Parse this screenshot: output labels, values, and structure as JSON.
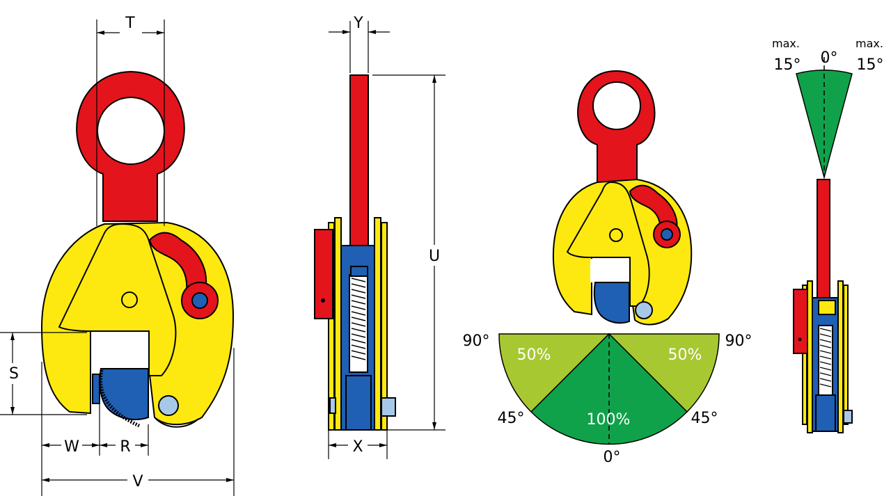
{
  "colors": {
    "yellow": "#fde910",
    "red": "#e3141c",
    "blue": "#1f5fb4",
    "light_blue": "#a8c8e8",
    "dark_green": "#10a24a",
    "light_green": "#a8c832",
    "outline": "#000000"
  },
  "dimensions": {
    "T": "T",
    "Y": "Y",
    "U": "U",
    "S": "S",
    "W": "W",
    "R": "R",
    "V": "V",
    "X": "X"
  },
  "load_diagram": {
    "angle_90_left": "90°",
    "angle_90_right": "90°",
    "angle_45_left": "45°",
    "angle_45_right": "45°",
    "angle_0": "0°",
    "capacity_left": "50%",
    "capacity_right": "50%",
    "capacity_center": "100%"
  },
  "tilt_diagram": {
    "max_left": "max.",
    "max_right": "max.",
    "angle_left": "15°",
    "angle_center": "0°",
    "angle_right": "15°"
  }
}
